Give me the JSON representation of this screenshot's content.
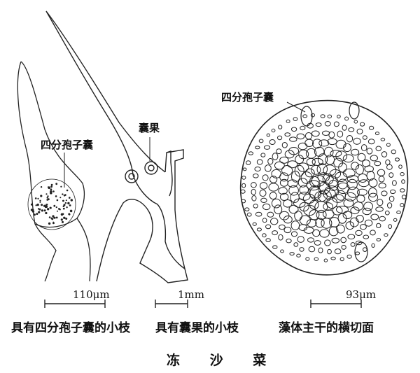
{
  "panels": [
    {
      "annotation": "四分孢子囊",
      "scale_label": "110μm",
      "caption": "具有四分孢子囊的小枝"
    },
    {
      "annotation": "囊果",
      "scale_label": "1mm",
      "caption": "具有囊果的小枝"
    },
    {
      "annotation": "四分孢子囊",
      "scale_label": "93μm",
      "caption": "藻体主干的横切面"
    }
  ],
  "title": "冻 沙 菜"
}
